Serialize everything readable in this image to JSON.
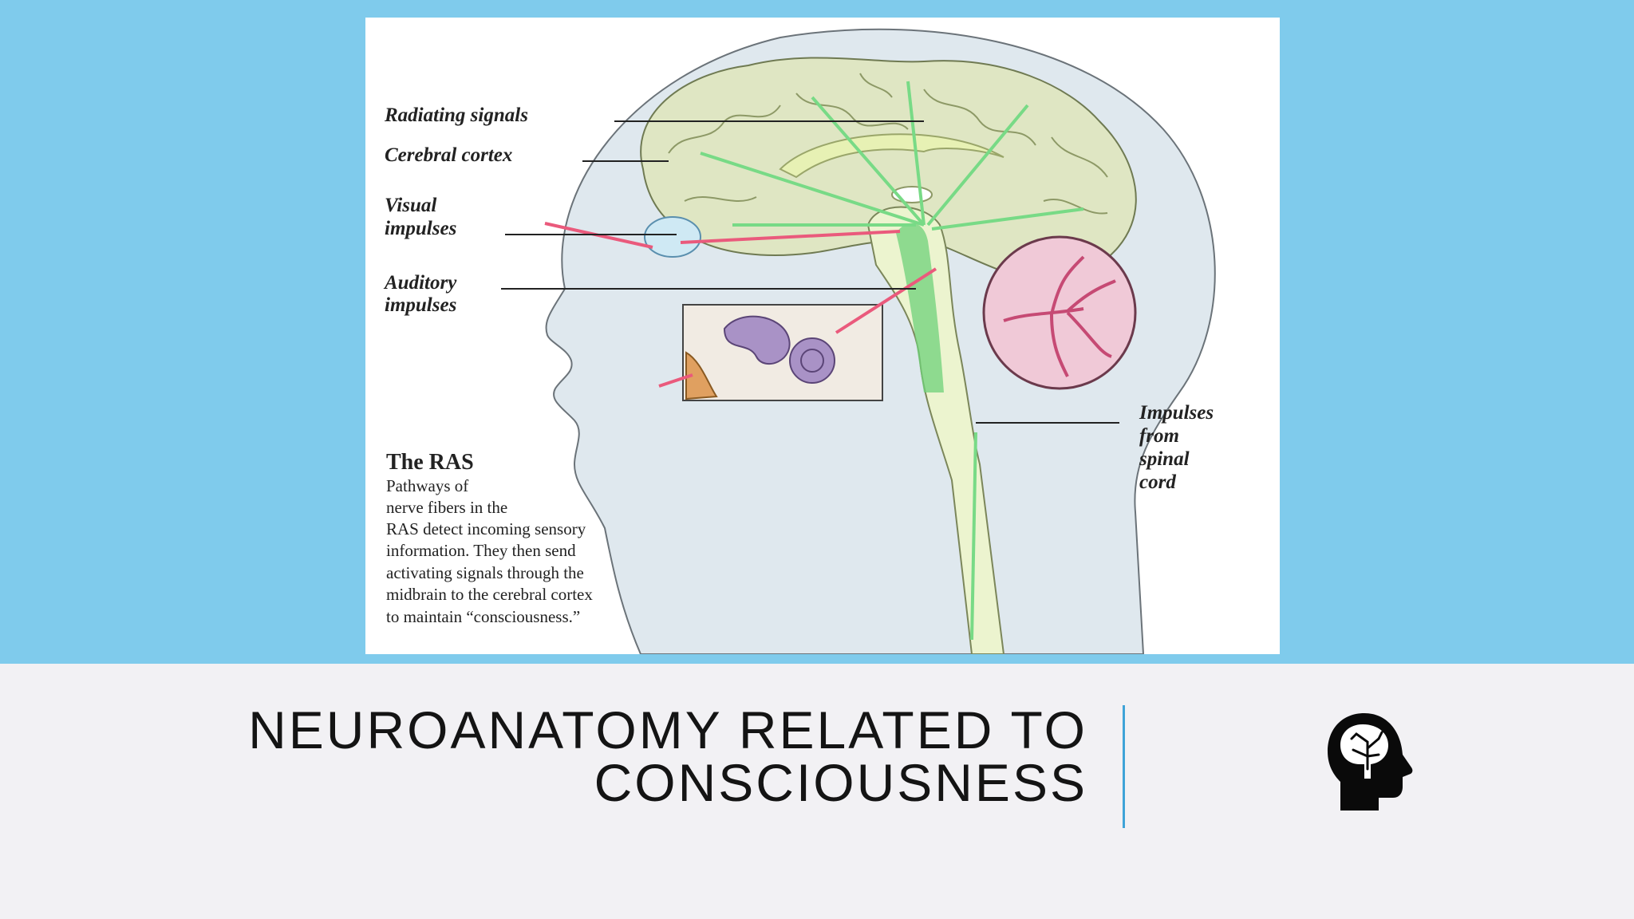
{
  "slide": {
    "title_line1": "NEUROANATOMY RELATED TO",
    "title_line2": "CONSCIOUSNESS",
    "accent_color": "#3fa3d8",
    "band_color": "#7fcbec",
    "icon": "head-brain-icon"
  },
  "diagram": {
    "labels": {
      "radiating_signals": "Radiating signals",
      "cerebral_cortex": "Cerebral cortex",
      "visual_1": "Visual",
      "visual_2": "impulses",
      "auditory_1": "Auditory",
      "auditory_2": "impulses",
      "spinal_1": "Impulses",
      "spinal_2": "from",
      "spinal_3": "spinal",
      "spinal_4": "cord"
    },
    "ras_title": "The RAS",
    "ras_lines": [
      "Pathways of",
      "nerve fibers in the",
      "RAS detect incoming sensory",
      "information. They then send",
      "activating signals through the",
      "midbrain to the cerebral cortex",
      "to maintain “consciousness.”"
    ]
  }
}
